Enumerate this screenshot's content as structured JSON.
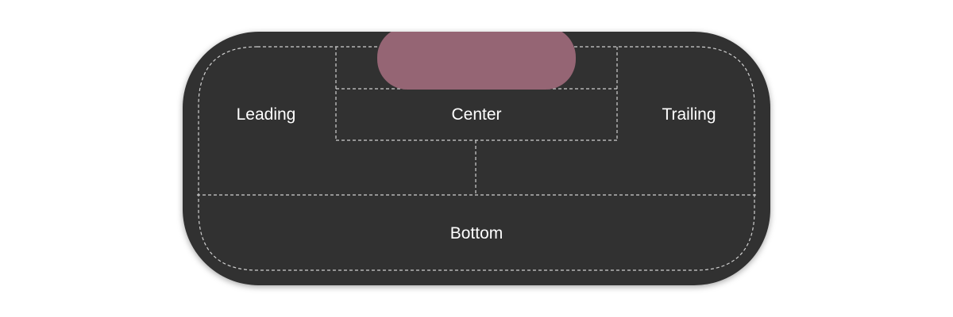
{
  "regions": {
    "leading": "Leading",
    "center": "Center",
    "trailing": "Trailing",
    "bottom": "Bottom"
  },
  "colors": {
    "island_background": "#313131",
    "pill": "#956574",
    "guide_lines": "#d0d0d0",
    "label_text": "#ffffff"
  }
}
